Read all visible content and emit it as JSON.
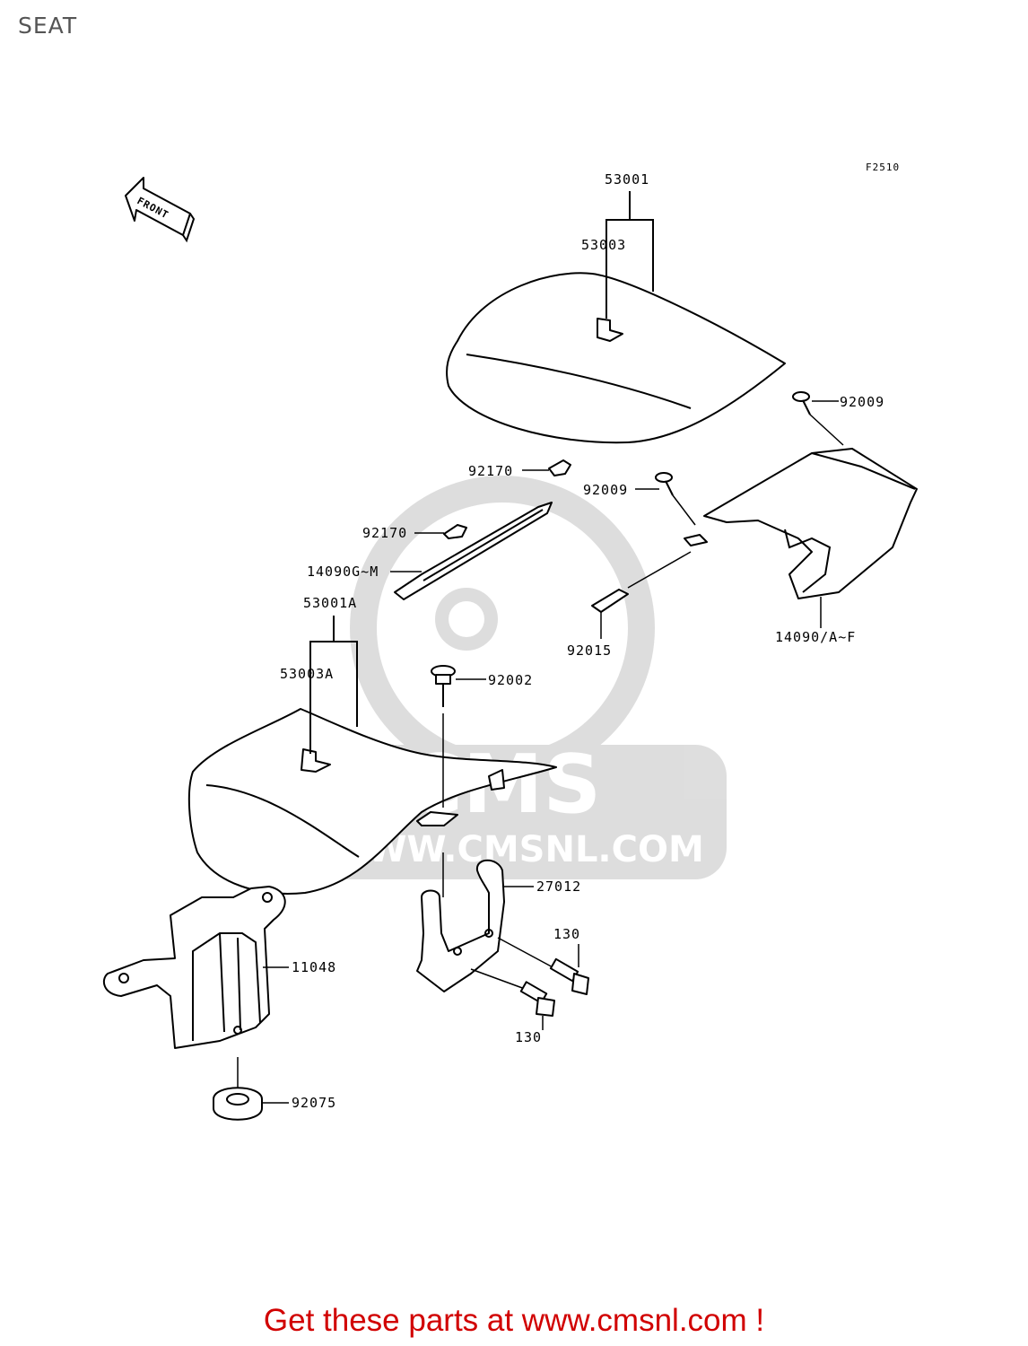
{
  "page": {
    "title": "SEAT",
    "footer": "Get these parts at www.cmsnl.com !"
  },
  "diagram": {
    "code": "F2510",
    "front_label": "FRONT",
    "watermark": "WWW.CMSNL.COM",
    "parts": {
      "p53001": "53001",
      "p53003": "53003",
      "p92009a": "92009",
      "p92009b": "92009",
      "p92170a": "92170",
      "p92170b": "92170",
      "p14090gm": "14090G~M",
      "p53001a": "53001A",
      "p53003a": "53003A",
      "p92015": "92015",
      "p14090af": "14090/A~F",
      "p92002": "92002",
      "p27012": "27012",
      "p130a": "130",
      "p130b": "130",
      "p11048": "11048",
      "p92075": "92075"
    }
  }
}
